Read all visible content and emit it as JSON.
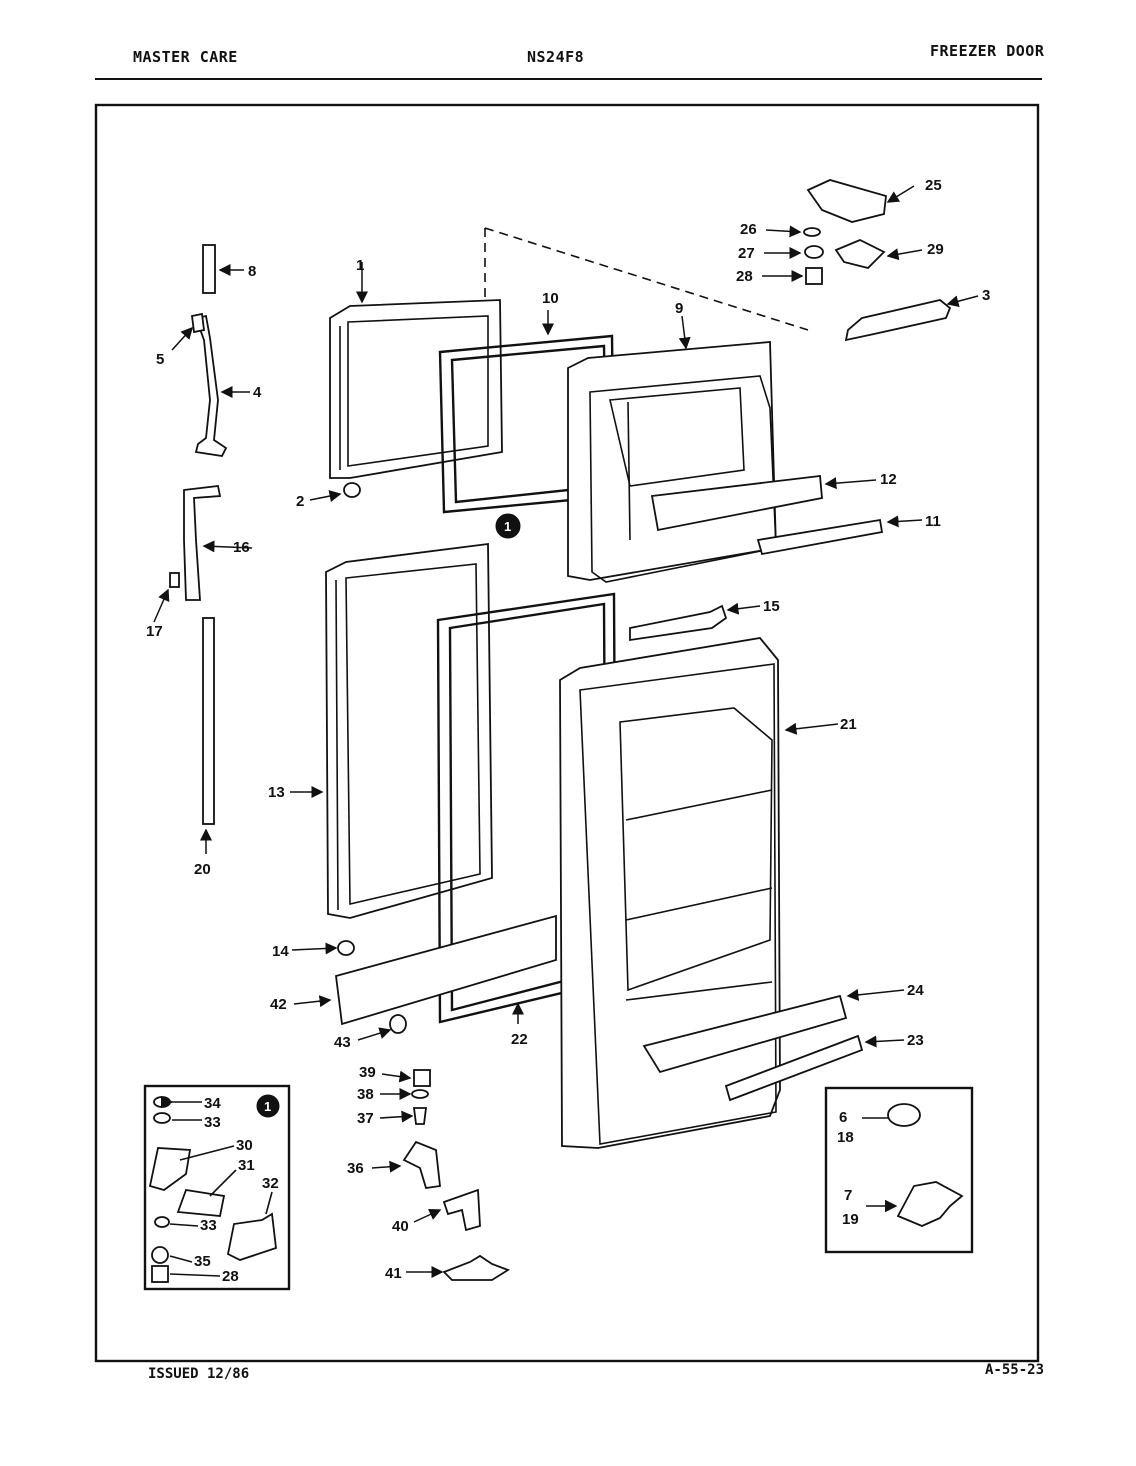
{
  "header": {
    "left": "MASTER CARE",
    "center": "NS24F8",
    "right": "FREEZER DOOR"
  },
  "footer": {
    "issued": "ISSUED 12/86",
    "code": "A-55-23"
  },
  "callouts": {
    "c1": "1",
    "c2": "2",
    "c3": "3",
    "c4": "4",
    "c5": "5",
    "c8": "8",
    "c9": "9",
    "c10": "10",
    "c11": "11",
    "c12": "12",
    "c13": "13",
    "c14": "14",
    "c15": "15",
    "c16": "16",
    "c17": "17",
    "c20": "20",
    "c21": "21",
    "c22": "22",
    "c23": "23",
    "c24": "24",
    "c25": "25",
    "c26": "26",
    "c27": "27",
    "c28": "28",
    "c29": "29",
    "c36": "36",
    "c37": "37",
    "c38": "38",
    "c39": "39",
    "c40": "40",
    "c41": "41",
    "c42": "42",
    "c43": "43"
  },
  "inset_hinge": {
    "badge": "1",
    "labels": [
      "34",
      "33",
      "30",
      "31",
      "32",
      "33",
      "35",
      "28"
    ]
  },
  "inset_small": {
    "labels": [
      "6",
      "18",
      "7",
      "19"
    ]
  },
  "detail_badge": "1"
}
